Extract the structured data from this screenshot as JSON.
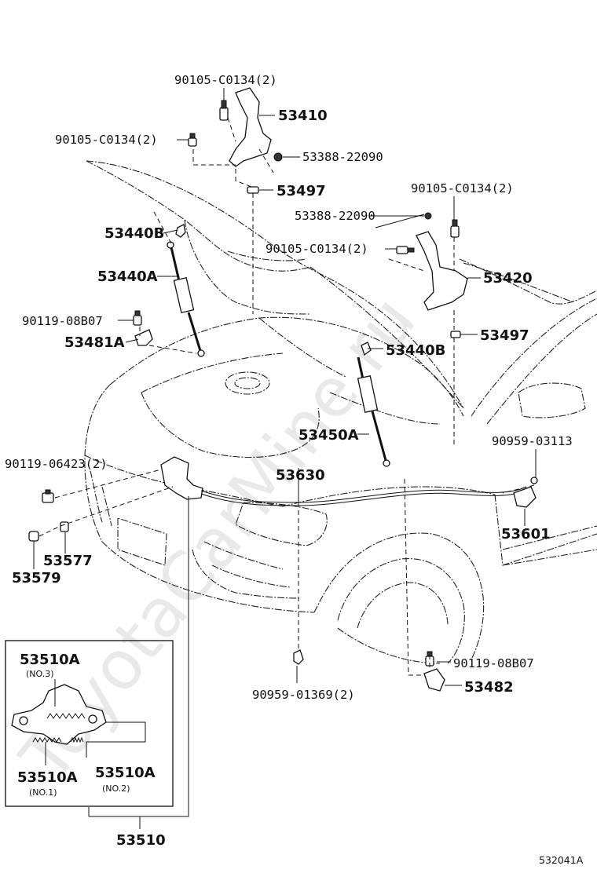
{
  "watermark": "ToyotaCarMine.ru",
  "diagram_code": "532041A",
  "labels": {
    "p90105_top": "90105-C0134(2)",
    "p53410": "53410",
    "p90105_left": "90105-C0134(2)",
    "p53388_top": "53388-22090",
    "p53497_top": "53497",
    "p90105_right": "90105-C0134(2)",
    "p53388_right": "53388-22090",
    "p53440B_left": "53440B",
    "p90105_mid": "90105-C0134(2)",
    "p53420": "53420",
    "p53440A": "53440A",
    "p90119_08B07_left": "90119-08B07",
    "p53497_right": "53497",
    "p53481A": "53481A",
    "p53440B_right": "53440B",
    "p53450A": "53450A",
    "p90959_03113": "90959-03113",
    "p90119_06423": "90119-06423(2)",
    "p53630": "53630",
    "p53601": "53601",
    "p53577": "53577",
    "p53579": "53579",
    "p90119_08B07_right": "90119-08B07",
    "p90959_01369": "90959-01369(2)",
    "p53482": "53482",
    "p53510": "53510"
  },
  "inset": {
    "top_label": "53510A",
    "top_sub": "(NO.3)",
    "left_label": "53510A",
    "left_sub": "(NO.1)",
    "right_label": "53510A",
    "right_sub": "(NO.2)"
  }
}
